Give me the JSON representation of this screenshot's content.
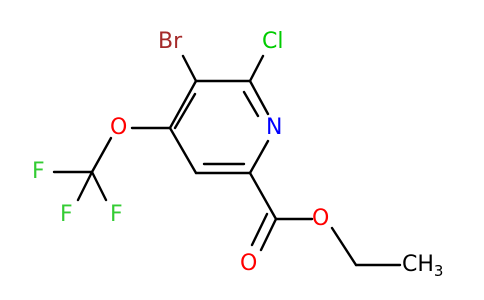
{
  "molecule": {
    "atoms": {
      "bromine": "Br",
      "chlorine": "Cl",
      "nitrogen": "N",
      "ether_oxygen_ring": "O",
      "fluorine_1": "F",
      "fluorine_2": "F",
      "fluorine_3": "F",
      "carbonyl_oxygen": "O",
      "ester_oxygen": "O",
      "methyl": "CH",
      "methyl_subscript": "3"
    },
    "colors": {
      "bond": "#000000",
      "bromine": "#a52a2a",
      "chlorine": "#00cc00",
      "nitrogen": "#0000ff",
      "oxygen": "#ff0000",
      "fluorine": "#33cc33",
      "carbon": "#000000"
    }
  }
}
